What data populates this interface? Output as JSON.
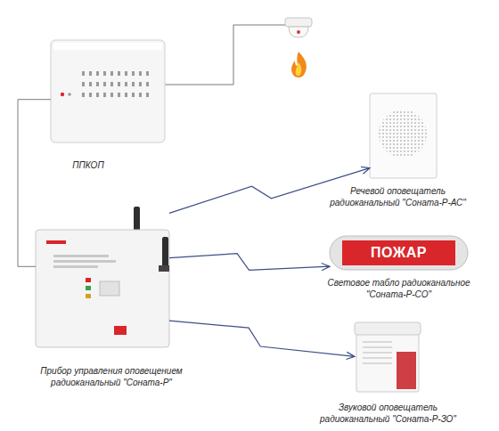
{
  "diagram": {
    "nodes": [
      {
        "text": [
          "ППКОП"
        ]
      },
      {
        "text": [
          "Прибор управления оповещением радиоканальный \"Соната-Р\""
        ]
      },
      {
        "text": [
          "Речевой оповещатель радиоканальный \"Соната-Р-АС\""
        ]
      },
      {
        "text": [
          "ПОЖАР",
          "Световое табло радиоканальное \"Соната-Р-СО\""
        ]
      },
      {
        "text": [
          "Звуковой оповещатель радиоканальный \"Соната-Р-ЗО\""
        ]
      }
    ],
    "edges": [
      {
        "from": 0,
        "to": 1,
        "arrow": "none"
      },
      {
        "from": 1,
        "to": 2,
        "arrow": "to"
      },
      {
        "from": 1,
        "to": 3,
        "arrow": "to"
      },
      {
        "from": 1,
        "to": 4,
        "arrow": "to"
      }
    ]
  }
}
